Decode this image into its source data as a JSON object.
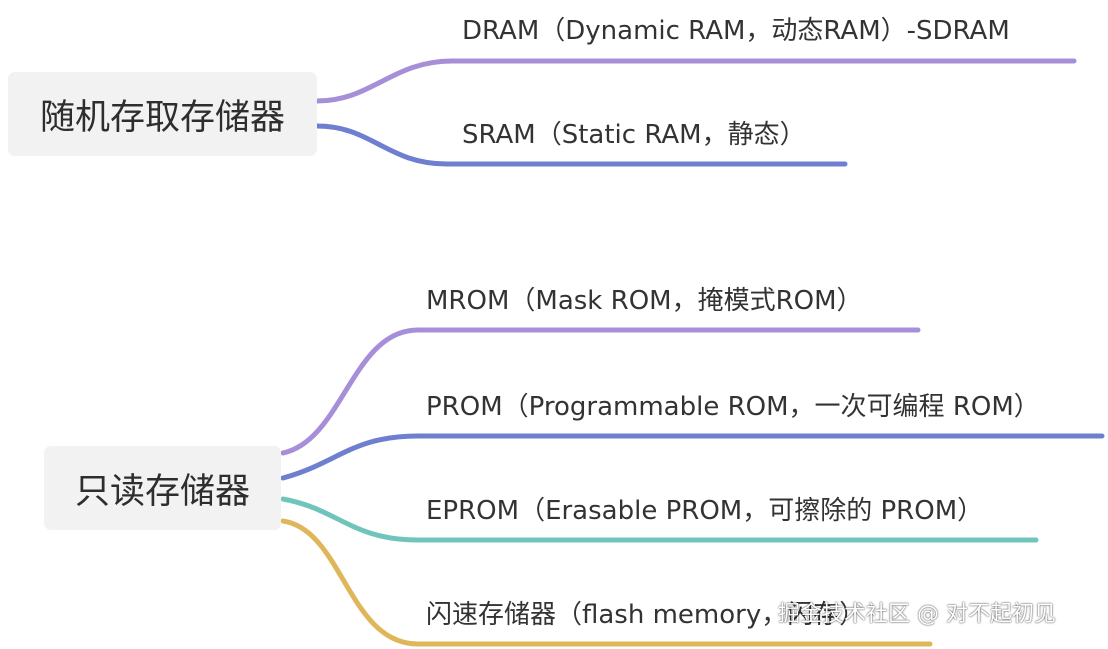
{
  "mindmap": {
    "groups": [
      {
        "root": "随机存取存储器",
        "branches": [
          {
            "label": "DRAM（Dynamic RAM，动态RAM）-SDRAM",
            "color": "#a68fd8"
          },
          {
            "label": "SRAM（Static RAM，静态）",
            "color": "#6f7fd0"
          }
        ]
      },
      {
        "root": "只读存储器",
        "branches": [
          {
            "label": "MROM（Mask ROM，掩模式ROM）",
            "color": "#a68fd8"
          },
          {
            "label": "PROM（Programmable ROM，一次可编程 ROM）",
            "color": "#6f7fd0"
          },
          {
            "label": "EPROM（Erasable PROM，可擦除的 PROM）",
            "color": "#6fc4bc"
          },
          {
            "label": "闪速存储器（flash memory，闪存）",
            "color": "#dfb75a"
          }
        ]
      }
    ]
  },
  "watermark": "掘金技术社区 @ 对不起初见"
}
